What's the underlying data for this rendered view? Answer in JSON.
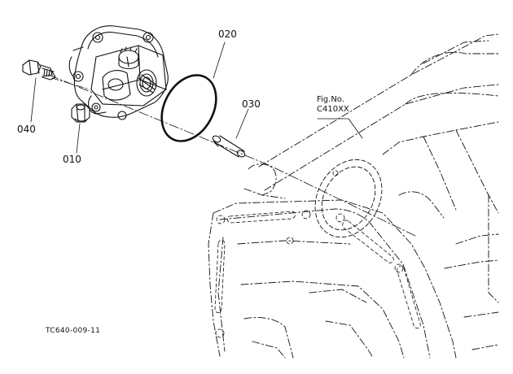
{
  "labels": {
    "part_020": "020",
    "part_030": "030",
    "part_040": "040",
    "part_010": "010",
    "fig_no_label": "Fig.No.",
    "fig_no_value": "C410XX",
    "drawing_code": "TC640-009-11"
  },
  "colors": {
    "line": "#111111",
    "background": "#ffffff"
  }
}
